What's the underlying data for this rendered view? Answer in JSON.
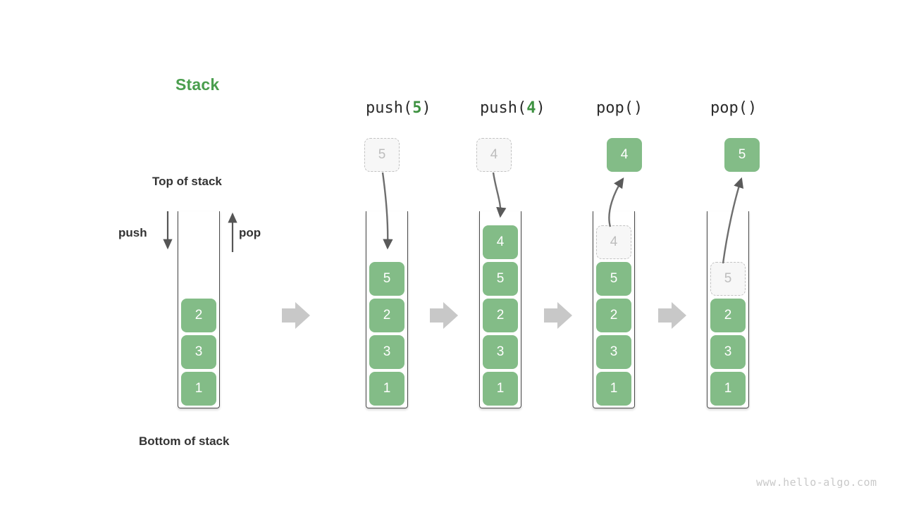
{
  "diagram": {
    "title": "Stack",
    "labels": {
      "top_of_stack": "Top of stack",
      "bottom_of_stack": "Bottom of stack",
      "push": "push",
      "pop": "pop"
    },
    "watermark": "www.hello-algo.com",
    "colors": {
      "accent_green": "#4a9e4e",
      "cell_green": "#83bc87",
      "ghost_fill": "#f7f7f7",
      "ghost_border": "#c2c2c2",
      "separator_arrow": "#c8c8c8",
      "text_dark": "#333333",
      "watermark_gray": "#c9c9c9"
    }
  },
  "columns": [
    {
      "id": "initial",
      "operation": null,
      "operation_name": "",
      "operation_arg": "",
      "floating": null,
      "cells": [
        {
          "value": "2",
          "state": "filled"
        },
        {
          "value": "3",
          "state": "filled"
        },
        {
          "value": "1",
          "state": "filled"
        }
      ]
    },
    {
      "id": "push-5",
      "operation": "push(5)",
      "operation_name": "push(",
      "operation_arg": "5",
      "operation_close": ")",
      "floating": {
        "value": "5",
        "state": "ghost",
        "direction": "in"
      },
      "cells": [
        {
          "value": "5",
          "state": "filled"
        },
        {
          "value": "2",
          "state": "filled"
        },
        {
          "value": "3",
          "state": "filled"
        },
        {
          "value": "1",
          "state": "filled"
        }
      ]
    },
    {
      "id": "push-4",
      "operation": "push(4)",
      "operation_name": "push(",
      "operation_arg": "4",
      "operation_close": ")",
      "floating": {
        "value": "4",
        "state": "ghost",
        "direction": "in"
      },
      "cells": [
        {
          "value": "4",
          "state": "filled"
        },
        {
          "value": "5",
          "state": "filled"
        },
        {
          "value": "2",
          "state": "filled"
        },
        {
          "value": "3",
          "state": "filled"
        },
        {
          "value": "1",
          "state": "filled"
        }
      ]
    },
    {
      "id": "pop-4",
      "operation": "pop()",
      "operation_name": "pop(",
      "operation_arg": "",
      "operation_close": ")",
      "floating": {
        "value": "4",
        "state": "filled",
        "direction": "out"
      },
      "cells": [
        {
          "value": "4",
          "state": "ghost"
        },
        {
          "value": "5",
          "state": "filled"
        },
        {
          "value": "2",
          "state": "filled"
        },
        {
          "value": "3",
          "state": "filled"
        },
        {
          "value": "1",
          "state": "filled"
        }
      ]
    },
    {
      "id": "pop-5",
      "operation": "pop()",
      "operation_name": "pop(",
      "operation_arg": "",
      "operation_close": ")",
      "floating": {
        "value": "5",
        "state": "filled",
        "direction": "out"
      },
      "cells": [
        {
          "value": "5",
          "state": "ghost"
        },
        {
          "value": "2",
          "state": "filled"
        },
        {
          "value": "3",
          "state": "filled"
        },
        {
          "value": "1",
          "state": "filled"
        }
      ]
    }
  ],
  "separators": [
    "arrow-right",
    "arrow-right",
    "arrow-right",
    "arrow-right"
  ]
}
